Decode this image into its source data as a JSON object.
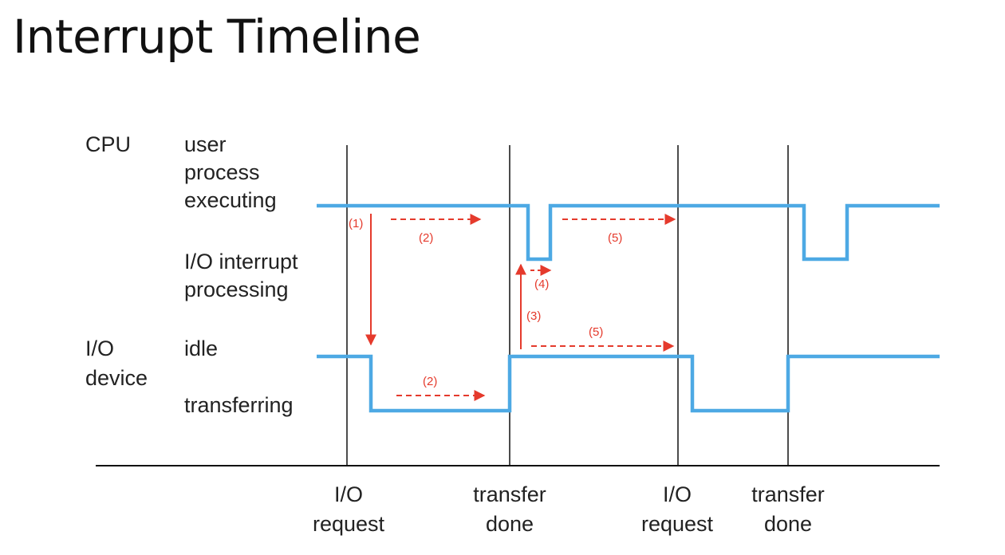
{
  "title": "Interrupt Timeline",
  "colors": {
    "signal": "#4da9e4",
    "annotation": "#e53a2c",
    "text": "#222222",
    "axis": "#111111"
  },
  "labels": {
    "cpu": "CPU",
    "user": "user",
    "process": "process",
    "executing": "executing",
    "io_interrupt": "I/O interrupt",
    "processing": "processing",
    "io": "I/O",
    "device": "device",
    "idle": "idle",
    "transferring": "transferring"
  },
  "events": [
    {
      "line1": "I/O",
      "line2": "request"
    },
    {
      "line1": "transfer",
      "line2": "done"
    },
    {
      "line1": "I/O",
      "line2": "request"
    },
    {
      "line1": "transfer",
      "line2": "done"
    }
  ],
  "annotations": {
    "a1": "(1)",
    "a2_cpu": "(2)",
    "a2_io": "(2)",
    "a3": "(3)",
    "a4": "(4)",
    "a5_cpu": "(5)",
    "a5_io": "(5)"
  }
}
